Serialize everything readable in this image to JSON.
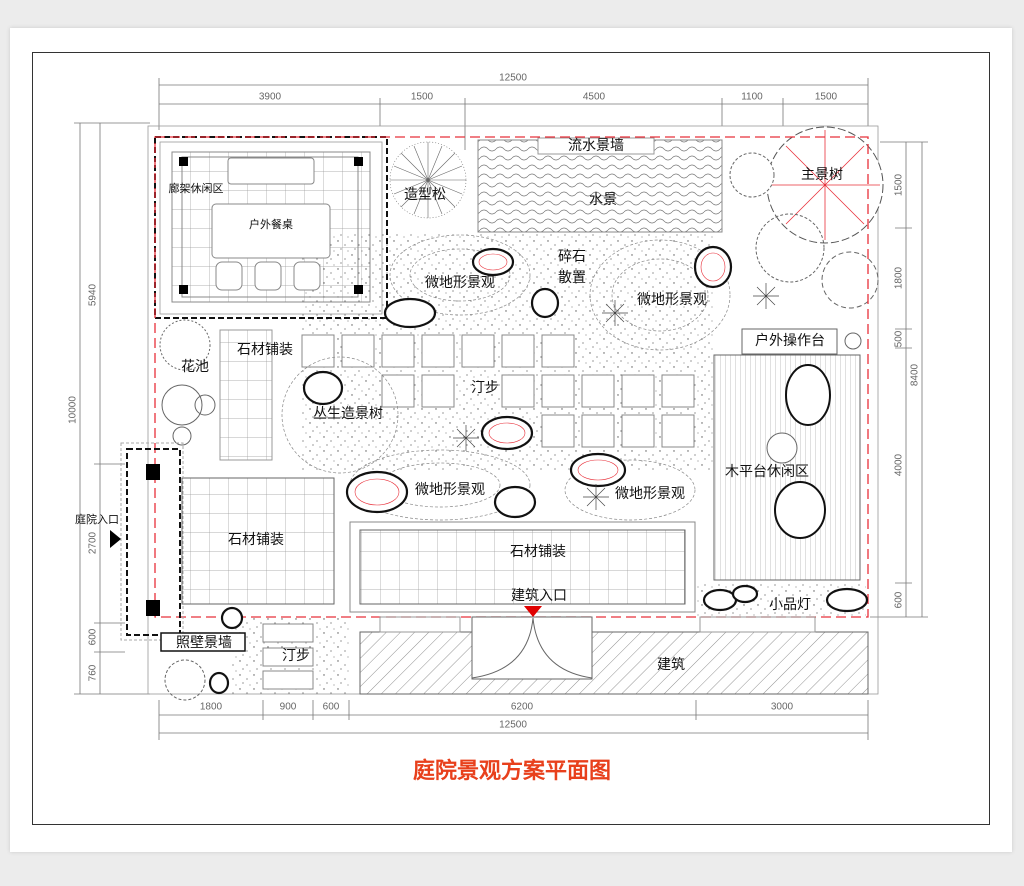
{
  "title": "庭院景观方案平面图",
  "colors": {
    "title": "#e8401c",
    "boundary": "#e8303a",
    "entrance_marker": "#e00000"
  },
  "labels": {
    "water_wall": "流水景墙",
    "main_tree": "主景树",
    "pergola_area": "廊架休闲区",
    "outdoor_dining": "户外餐桌",
    "shaped_pine": "造型松",
    "water_feature": "水景",
    "gravel_1": "碎石",
    "gravel_2": "散置",
    "micro_terrain_1": "微地形景观",
    "micro_terrain_2": "微地形景观",
    "micro_terrain_3": "微地形景观",
    "micro_terrain_4": "微地形景观",
    "outdoor_counter": "户外操作台",
    "flower_bed": "花池",
    "stone_paving_1": "石材铺装",
    "stepping_stones_1": "汀步",
    "cluster_tree": "丛生造景树",
    "deck_area": "木平台休闲区",
    "stone_paving_2": "石材铺装",
    "stone_paving_3": "石材铺装",
    "courtyard_entrance": "庭院入口",
    "building_entrance": "建筑入口",
    "feature_lamp": "小品灯",
    "screen_wall": "照壁景墙",
    "stepping_stones_2": "汀步",
    "building": "建筑"
  },
  "dimensions": {
    "top_total": "12500",
    "top": [
      "3900",
      "1500",
      "4500",
      "1100",
      "1500"
    ],
    "bottom_total": "12500",
    "bottom": [
      "1800",
      "900",
      "600",
      "6200",
      "3000"
    ],
    "left_total": "10000",
    "left": [
      "5940",
      "2700",
      "600",
      "760"
    ],
    "right_total": "8400",
    "right": [
      "1500",
      "1800",
      "500",
      "4000",
      "600"
    ]
  }
}
